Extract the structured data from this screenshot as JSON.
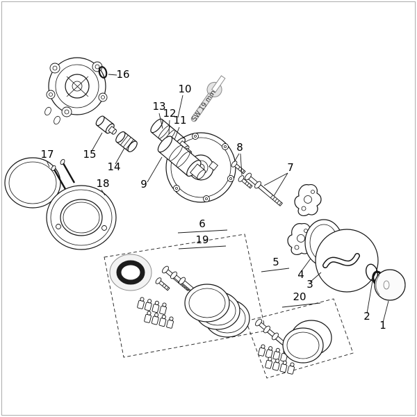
{
  "diagram": {
    "wrench_label": "SW 19 mm",
    "callouts": {
      "c1": "1",
      "c2": "2",
      "c3": "3",
      "c4": "4",
      "c5": "5",
      "c6": "6",
      "c7": "7",
      "c8": "8",
      "c9": "9",
      "c10": "10",
      "c11": "11",
      "c12": "12",
      "c13": "13",
      "c14": "14",
      "c15": "15",
      "c16": "16",
      "c17": "17",
      "c18": "18",
      "c19": "19",
      "c20": "20"
    }
  }
}
